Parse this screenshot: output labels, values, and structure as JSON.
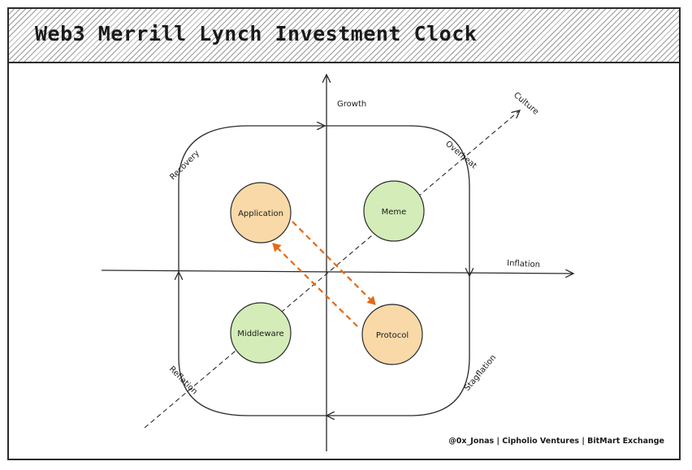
{
  "title": "Web3 Merrill Lynch Investment Clock",
  "axes": {
    "vertical": "Growth",
    "horizontal": "Inflation",
    "diagonal": "Culture"
  },
  "phases": {
    "top_left": "Recovery",
    "top_right": "Overheat",
    "bottom_left": "Reflation",
    "bottom_right": "Stagflation"
  },
  "nodes": {
    "application": {
      "label": "Application",
      "color": "#f9d9a8"
    },
    "meme": {
      "label": "Meme",
      "color": "#d4ecb8"
    },
    "middleware": {
      "label": "Middleware",
      "color": "#d4ecb8"
    },
    "protocol": {
      "label": "Protocol",
      "color": "#f9d9a8"
    }
  },
  "colors": {
    "orange_arrow": "#e46a17",
    "line": "#2a2a2a"
  },
  "credit": "@0x_Jonas | Cipholio Ventures | BitMart Exchange"
}
